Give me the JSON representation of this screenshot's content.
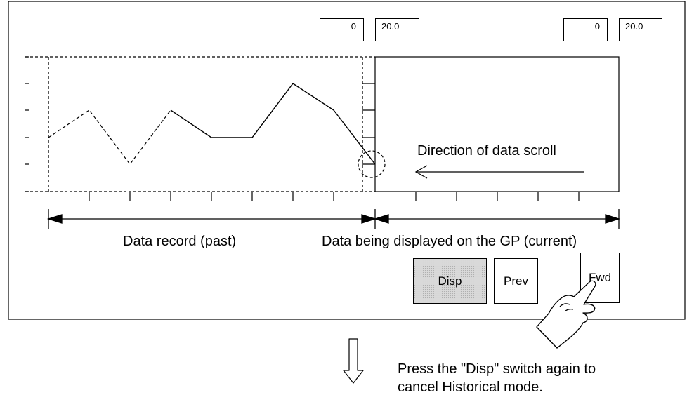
{
  "ranges": {
    "past": {
      "min": "0",
      "max": "20.0"
    },
    "current": {
      "min": "0",
      "max": "20.0"
    }
  },
  "labels": {
    "scroll_direction": "Direction of data scroll",
    "past": "Data record (past)",
    "current": "Data being displayed on the GP (current)"
  },
  "buttons": {
    "disp": "Disp",
    "prev": "Prev",
    "fwd": "Fwd"
  },
  "note": {
    "line1": "Press the \"Disp\" switch again to",
    "line2": "cancel Historical mode."
  },
  "icons": {
    "hand": "pointing-hand-icon",
    "arrow": "down-arrow-icon"
  }
}
